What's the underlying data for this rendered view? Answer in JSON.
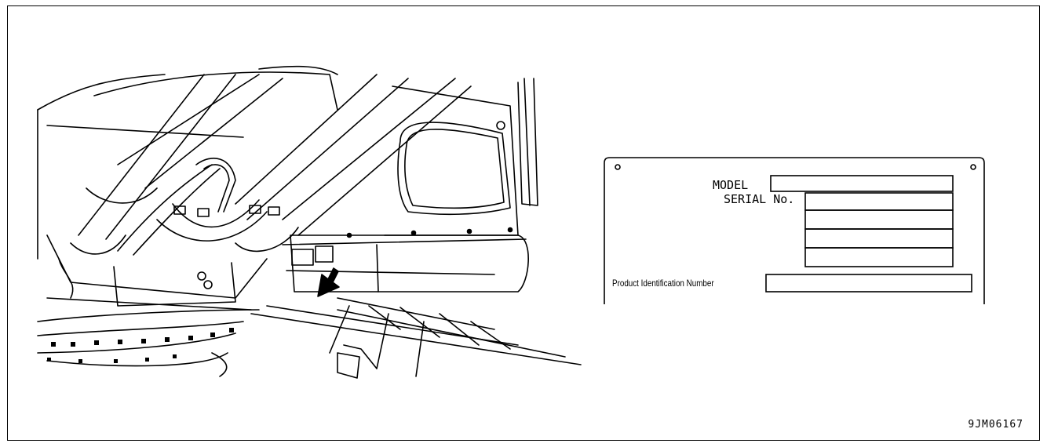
{
  "nameplate": {
    "model_label": "MODEL",
    "serial_label": "SERIAL No.",
    "pin_label": "Product Identification Number"
  },
  "figure_id": "9JM06167",
  "icons": [
    "excavator-frame-illustration",
    "location-arrow-icon",
    "nameplate-hole-icon"
  ]
}
